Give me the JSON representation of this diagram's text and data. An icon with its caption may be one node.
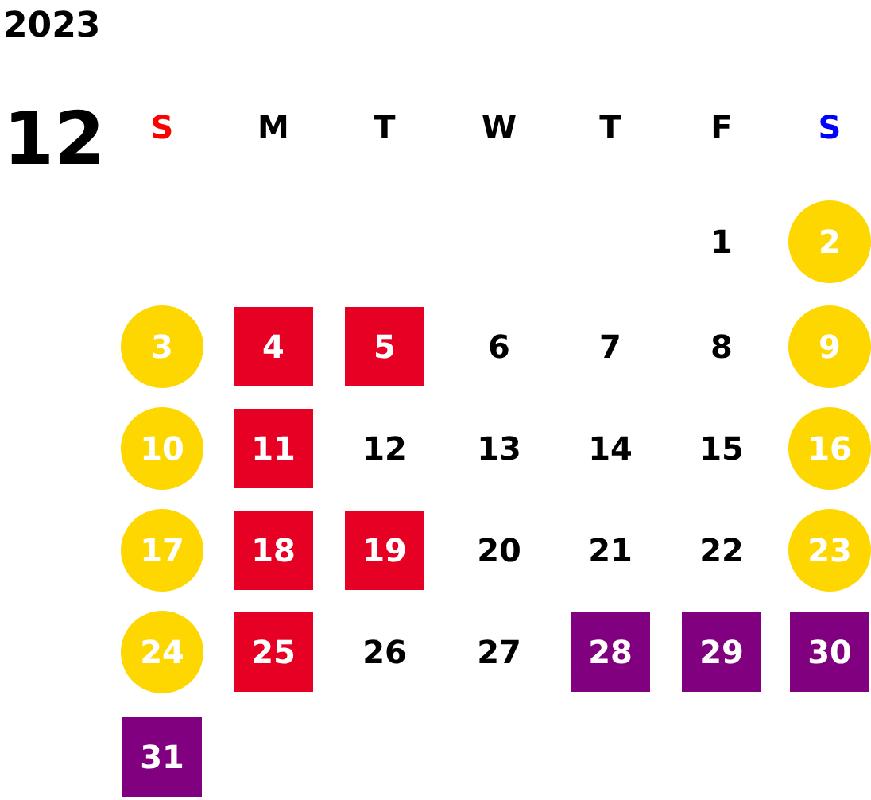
{
  "diagram": {
    "nodes": [
      {
        "text": [
          "2"
        ]
      },
      {
        "text": [
          "3"
        ]
      },
      {
        "text": [
          "4"
        ]
      },
      {
        "text": [
          "5"
        ]
      },
      {
        "text": [
          "9"
        ]
      },
      {
        "text": [
          "10"
        ]
      },
      {
        "text": [
          "11"
        ]
      },
      {
        "text": [
          "16"
        ]
      },
      {
        "text": [
          "17"
        ]
      },
      {
        "text": [
          "18"
        ]
      },
      {
        "text": [
          "19"
        ]
      },
      {
        "text": [
          "23"
        ]
      },
      {
        "text": [
          "24"
        ]
      },
      {
        "text": [
          "25"
        ]
      },
      {
        "text": [
          "28"
        ]
      },
      {
        "text": [
          "29"
        ]
      },
      {
        "text": [
          "30"
        ]
      },
      {
        "text": [
          "31"
        ]
      }
    ],
    "labels": [
      "2023",
      "12",
      "S",
      "M",
      "T",
      "W",
      "T",
      "F",
      "S",
      "1",
      "6",
      "7",
      "8",
      "12",
      "13",
      "14",
      "15",
      "20",
      "21",
      "22",
      "26",
      "27"
    ]
  }
}
